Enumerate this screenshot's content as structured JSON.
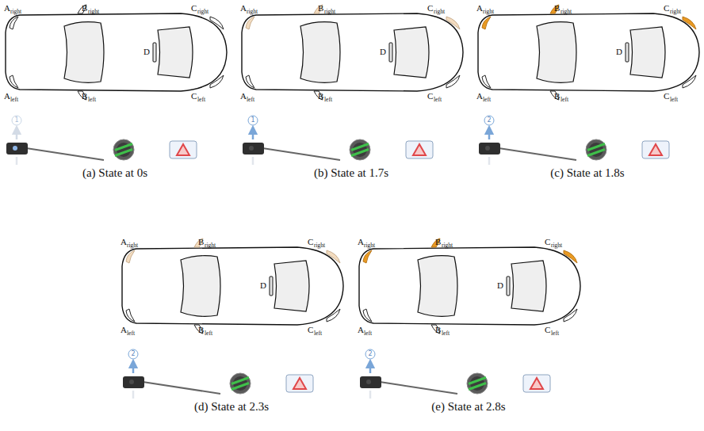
{
  "diagram": {
    "labels": [
      "A",
      "right",
      "B",
      "right",
      "C",
      "right",
      "D",
      "A",
      "left",
      "B",
      "left",
      "C",
      "left",
      "1",
      "(a) State at 0s",
      "A",
      "right",
      "B",
      "right",
      "C",
      "right",
      "D",
      "A",
      "left",
      "B",
      "left",
      "C",
      "left",
      "1",
      "(b) State at 1.7s",
      "A",
      "right",
      "B",
      "right",
      "C",
      "right",
      "D",
      "A",
      "left",
      "B",
      "left",
      "C",
      "left",
      "2",
      "(c) State at 1.8s",
      "A",
      "right",
      "B",
      "right",
      "C",
      "right",
      "D",
      "A",
      "left",
      "B",
      "left",
      "C",
      "left",
      "2",
      "(d) State at 2.3s",
      "A",
      "right",
      "B",
      "right",
      "C",
      "right",
      "D",
      "A",
      "left",
      "B",
      "left",
      "C",
      "left",
      "2",
      "(e) State at 2.8s"
    ]
  }
}
